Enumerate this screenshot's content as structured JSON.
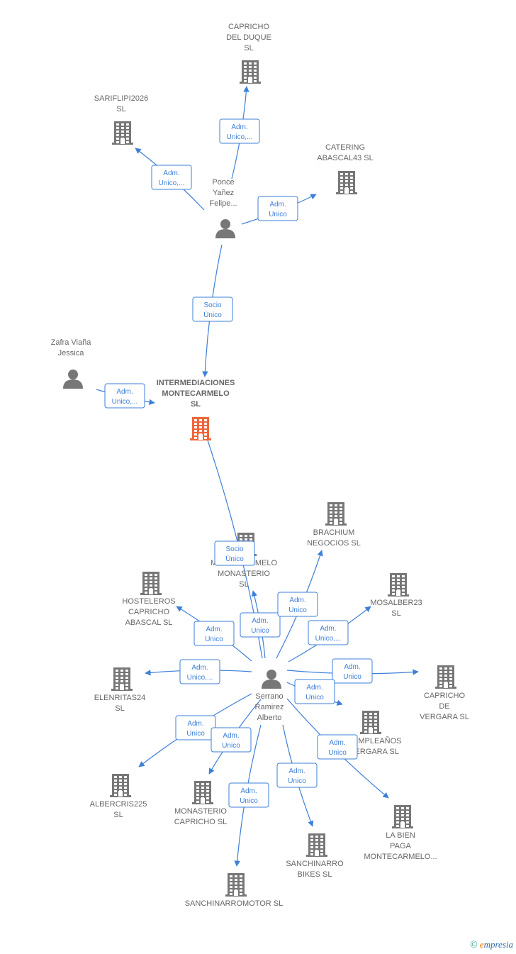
{
  "colors": {
    "edge": "#3d7fd9",
    "node": "#777777",
    "main_node": "#f0653a",
    "label": "#666666"
  },
  "nodes": [
    {
      "id": "intermediaciones",
      "type": "company",
      "main": true,
      "lines": [
        "INTERMEDIACIONES",
        "MONTECARMELO",
        "SL"
      ]
    },
    {
      "id": "ponce",
      "type": "person",
      "lines": [
        "Ponce",
        "Yañez",
        "Felipe..."
      ]
    },
    {
      "id": "zafra",
      "type": "person",
      "lines": [
        "Zafra Viaña",
        "Jessica"
      ]
    },
    {
      "id": "serrano",
      "type": "person",
      "lines": [
        "Serrano",
        "Ramirez",
        "Alberto"
      ]
    },
    {
      "id": "capricho-duque",
      "type": "company",
      "lines": [
        "CAPRICHO",
        "DEL DUQUE",
        "SL"
      ]
    },
    {
      "id": "sariflipi",
      "type": "company",
      "lines": [
        "SARIFLIPI2026",
        "SL"
      ]
    },
    {
      "id": "catering",
      "type": "company",
      "lines": [
        "CATERING",
        "ABASCAL43  SL"
      ]
    },
    {
      "id": "montecarmelo-monasterio",
      "type": "company",
      "lines": [
        "MONTECARMELO",
        "MONASTERIO",
        "SL"
      ]
    },
    {
      "id": "brachium",
      "type": "company",
      "lines": [
        "BRACHIUM",
        "NEGOCIOS  SL"
      ]
    },
    {
      "id": "mosalber",
      "type": "company",
      "lines": [
        "MOSALBER23",
        "SL"
      ]
    },
    {
      "id": "hosteleros",
      "type": "company",
      "lines": [
        "HOSTELEROS",
        "CAPRICHO",
        "ABASCAL  SL"
      ]
    },
    {
      "id": "elenritas",
      "type": "company",
      "lines": [
        "ELENRITAS24",
        "SL"
      ]
    },
    {
      "id": "capricho-vergara",
      "type": "company",
      "lines": [
        "CAPRICHO",
        "DE",
        "VERGARA  SL"
      ]
    },
    {
      "id": "cumpleanos",
      "type": "company",
      "lines": [
        "CUMPLEAÑOS",
        "VERGARA  SL"
      ]
    },
    {
      "id": "albercris",
      "type": "company",
      "lines": [
        "ALBERCRIS225",
        "SL"
      ]
    },
    {
      "id": "monasterio-capricho",
      "type": "company",
      "lines": [
        "MONASTERIO",
        "CAPRICHO  SL"
      ]
    },
    {
      "id": "labienpaga",
      "type": "company",
      "lines": [
        "LA BIEN",
        "PAGA",
        "MONTECARMELO..."
      ]
    },
    {
      "id": "sanchinarro-bikes",
      "type": "company",
      "lines": [
        "SANCHINARRO",
        "BIKES  SL"
      ]
    },
    {
      "id": "sanchinarromotor",
      "type": "company",
      "lines": [
        "SANCHINARROMOTOR SL"
      ]
    }
  ],
  "edges": [
    {
      "from": "ponce",
      "to": "capricho-duque",
      "label": [
        "Adm.",
        "Unico,..."
      ]
    },
    {
      "from": "ponce",
      "to": "sariflipi",
      "label": [
        "Adm.",
        "Unico,..."
      ]
    },
    {
      "from": "ponce",
      "to": "catering",
      "label": [
        "Adm.",
        "Unico"
      ]
    },
    {
      "from": "ponce",
      "to": "intermediaciones",
      "label": [
        "Socio",
        "Único"
      ]
    },
    {
      "from": "zafra",
      "to": "intermediaciones",
      "label": [
        "Adm.",
        "Unico,..."
      ]
    },
    {
      "from": "serrano",
      "to": "intermediaciones",
      "label": [
        "Socio",
        "Único"
      ]
    },
    {
      "from": "serrano",
      "to": "montecarmelo-monasterio",
      "label": [
        "Adm.",
        "Unico"
      ]
    },
    {
      "from": "serrano",
      "to": "brachium",
      "label": [
        "Adm.",
        "Unico"
      ]
    },
    {
      "from": "serrano",
      "to": "mosalber",
      "label": [
        "Adm.",
        "Unico,..."
      ]
    },
    {
      "from": "serrano",
      "to": "hosteleros",
      "label": [
        "Adm.",
        "Unico"
      ]
    },
    {
      "from": "serrano",
      "to": "elenritas",
      "label": [
        "Adm.",
        "Unico,..."
      ]
    },
    {
      "from": "serrano",
      "to": "capricho-vergara",
      "label": [
        "Adm.",
        "Unico"
      ]
    },
    {
      "from": "serrano",
      "to": "cumpleanos",
      "label": [
        "Adm.",
        "Unico"
      ]
    },
    {
      "from": "serrano",
      "to": "albercris",
      "label": [
        "Adm.",
        "Unico"
      ]
    },
    {
      "from": "serrano",
      "to": "monasterio-capricho",
      "label": [
        "Adm.",
        "Unico"
      ]
    },
    {
      "from": "serrano",
      "to": "labienpaga",
      "label": [
        "Adm.",
        "Unico"
      ]
    },
    {
      "from": "serrano",
      "to": "sanchinarro-bikes",
      "label": [
        "Adm.",
        "Unico"
      ]
    },
    {
      "from": "serrano",
      "to": "sanchinarromotor",
      "label": [
        "Adm.",
        "Unico"
      ]
    }
  ],
  "footer": {
    "copyright": "©",
    "brand_initial": "e",
    "brand_rest": "mpresia"
  }
}
